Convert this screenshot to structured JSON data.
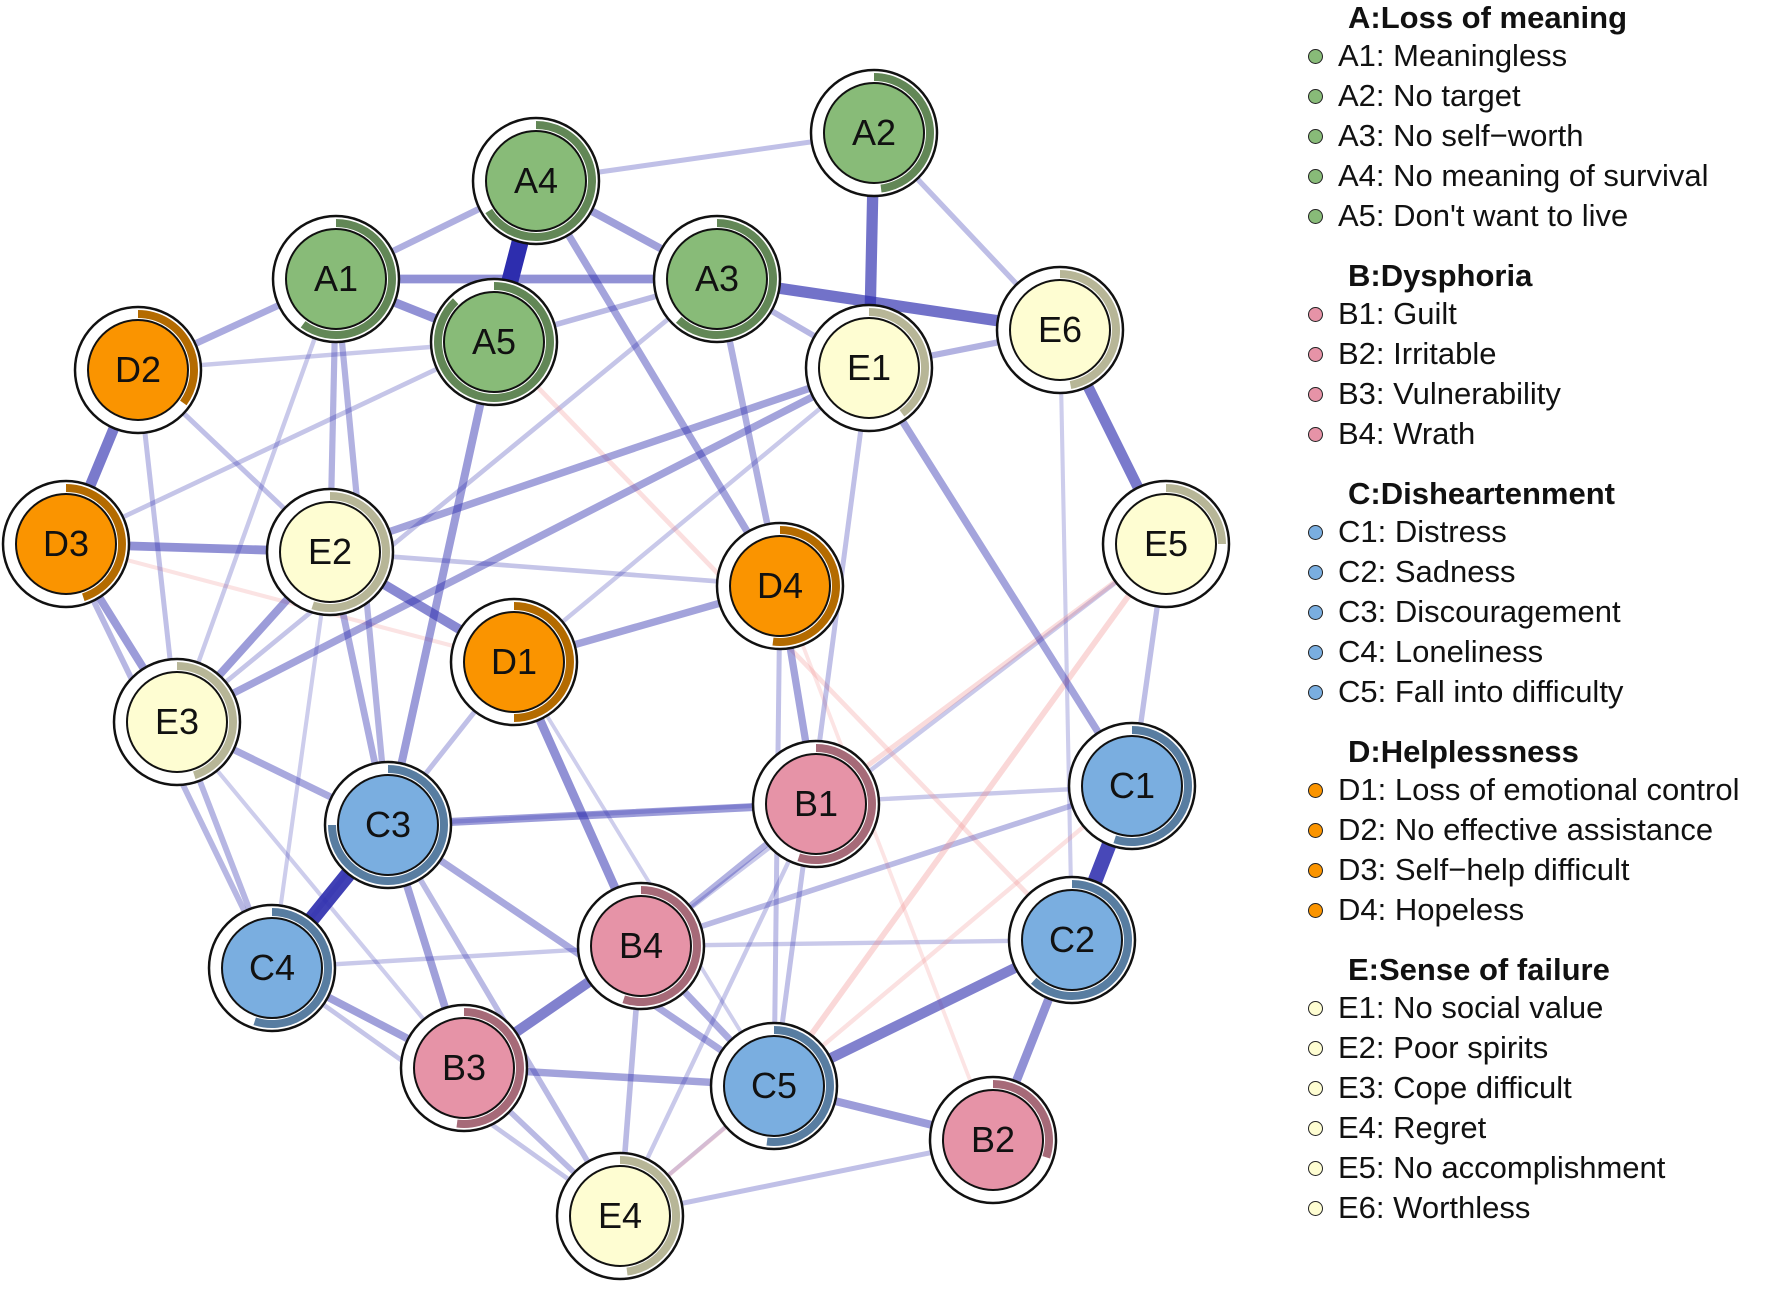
{
  "colors": {
    "A": "#88BB78",
    "B": "#E693A7",
    "C": "#7AAEE0",
    "D": "#FA9400",
    "E": "#FEFDD2",
    "positive_edge": "#2D2DAE",
    "negative_edge": "#F08C8C",
    "node_border": "#111111"
  },
  "groups": [
    {
      "key": "A",
      "title": "A:Loss of meaning",
      "items": [
        {
          "id": "A1",
          "label": "A1: Meaningless"
        },
        {
          "id": "A2",
          "label": "A2: No target"
        },
        {
          "id": "A3",
          "label": "A3: No self−worth"
        },
        {
          "id": "A4",
          "label": "A4: No meaning of survival"
        },
        {
          "id": "A5",
          "label": "A5: Don't want to live"
        }
      ]
    },
    {
      "key": "B",
      "title": "B:Dysphoria",
      "items": [
        {
          "id": "B1",
          "label": "B1: Guilt"
        },
        {
          "id": "B2",
          "label": "B2: Irritable"
        },
        {
          "id": "B3",
          "label": "B3: Vulnerability"
        },
        {
          "id": "B4",
          "label": "B4: Wrath"
        }
      ]
    },
    {
      "key": "C",
      "title": "C:Disheartenment",
      "items": [
        {
          "id": "C1",
          "label": "C1: Distress"
        },
        {
          "id": "C2",
          "label": "C2: Sadness"
        },
        {
          "id": "C3",
          "label": "C3: Discouragement"
        },
        {
          "id": "C4",
          "label": "C4: Loneliness"
        },
        {
          "id": "C5",
          "label": "C5: Fall into difficulty"
        }
      ]
    },
    {
      "key": "D",
      "title": "D:Helplessness",
      "items": [
        {
          "id": "D1",
          "label": "D1: Loss of emotional control"
        },
        {
          "id": "D2",
          "label": "D2: No effective assistance"
        },
        {
          "id": "D3",
          "label": "D3: Self−help difficult"
        },
        {
          "id": "D4",
          "label": "D4: Hopeless"
        }
      ]
    },
    {
      "key": "E",
      "title": "E:Sense of failure",
      "items": [
        {
          "id": "E1",
          "label": "E1: No social value"
        },
        {
          "id": "E2",
          "label": "E2: Poor spirits"
        },
        {
          "id": "E3",
          "label": "E3: Cope difficult"
        },
        {
          "id": "E4",
          "label": "E4: Regret"
        },
        {
          "id": "E5",
          "label": "E5: No accomplishment"
        },
        {
          "id": "E6",
          "label": "E6: Worthless"
        }
      ]
    }
  ],
  "nodes": [
    {
      "id": "A1",
      "group": "A",
      "pie": 0.6
    },
    {
      "id": "A2",
      "group": "A",
      "pie": 0.48
    },
    {
      "id": "A3",
      "group": "A",
      "pie": 0.62
    },
    {
      "id": "A4",
      "group": "A",
      "pie": 0.66
    },
    {
      "id": "A5",
      "group": "A",
      "pie": 0.88
    },
    {
      "id": "B1",
      "group": "B",
      "pie": 0.55
    },
    {
      "id": "B2",
      "group": "B",
      "pie": 0.3
    },
    {
      "id": "B3",
      "group": "B",
      "pie": 0.52
    },
    {
      "id": "B4",
      "group": "B",
      "pie": 0.55
    },
    {
      "id": "C1",
      "group": "C",
      "pie": 0.55
    },
    {
      "id": "C2",
      "group": "C",
      "pie": 0.62
    },
    {
      "id": "C3",
      "group": "C",
      "pie": 0.75
    },
    {
      "id": "C4",
      "group": "C",
      "pie": 0.55
    },
    {
      "id": "C5",
      "group": "C",
      "pie": 0.52
    },
    {
      "id": "D1",
      "group": "D",
      "pie": 0.5
    },
    {
      "id": "D2",
      "group": "D",
      "pie": 0.35
    },
    {
      "id": "D3",
      "group": "D",
      "pie": 0.45
    },
    {
      "id": "D4",
      "group": "D",
      "pie": 0.52
    },
    {
      "id": "E1",
      "group": "E",
      "pie": 0.4
    },
    {
      "id": "E2",
      "group": "E",
      "pie": 0.55
    },
    {
      "id": "E3",
      "group": "E",
      "pie": 0.45
    },
    {
      "id": "E4",
      "group": "E",
      "pie": 0.48
    },
    {
      "id": "E5",
      "group": "E",
      "pie": 0.25
    },
    {
      "id": "E6",
      "group": "E",
      "pie": 0.47
    }
  ],
  "edges": [
    {
      "from": "A4",
      "to": "A5",
      "weight": 1.0,
      "sign": "pos"
    },
    {
      "from": "C3",
      "to": "C4",
      "weight": 0.9,
      "sign": "pos"
    },
    {
      "from": "C1",
      "to": "C2",
      "weight": 0.85,
      "sign": "pos"
    },
    {
      "from": "A2",
      "to": "E1",
      "weight": 0.62,
      "sign": "pos"
    },
    {
      "from": "A3",
      "to": "E6",
      "weight": 0.62,
      "sign": "pos"
    },
    {
      "from": "E6",
      "to": "E5",
      "weight": 0.58,
      "sign": "pos"
    },
    {
      "from": "D2",
      "to": "D3",
      "weight": 0.58,
      "sign": "pos"
    },
    {
      "from": "C5",
      "to": "C2",
      "weight": 0.55,
      "sign": "pos"
    },
    {
      "from": "B4",
      "to": "B3",
      "weight": 0.55,
      "sign": "pos"
    },
    {
      "from": "E2",
      "to": "D1",
      "weight": 0.5,
      "sign": "pos"
    },
    {
      "from": "A1",
      "to": "A5",
      "weight": 0.45,
      "sign": "pos"
    },
    {
      "from": "A1",
      "to": "A3",
      "weight": 0.45,
      "sign": "pos"
    },
    {
      "from": "D3",
      "to": "E2",
      "weight": 0.45,
      "sign": "pos"
    },
    {
      "from": "D1",
      "to": "B4",
      "weight": 0.45,
      "sign": "pos"
    },
    {
      "from": "B2",
      "to": "C2",
      "weight": 0.45,
      "sign": "pos"
    },
    {
      "from": "A5",
      "to": "C3",
      "weight": 0.4,
      "sign": "pos"
    },
    {
      "from": "E2",
      "to": "E3",
      "weight": 0.4,
      "sign": "pos"
    },
    {
      "from": "D3",
      "to": "E3",
      "weight": 0.4,
      "sign": "pos"
    },
    {
      "from": "C3",
      "to": "B1",
      "weight": 0.4,
      "sign": "pos"
    },
    {
      "from": "C5",
      "to": "B2",
      "weight": 0.4,
      "sign": "pos"
    },
    {
      "from": "C3",
      "to": "B3",
      "weight": 0.38,
      "sign": "pos"
    },
    {
      "from": "C4",
      "to": "B3",
      "weight": 0.38,
      "sign": "pos"
    },
    {
      "from": "A4",
      "to": "A3",
      "weight": 0.38,
      "sign": "pos"
    },
    {
      "from": "B3",
      "to": "C5",
      "weight": 0.36,
      "sign": "pos"
    },
    {
      "from": "D1",
      "to": "D4",
      "weight": 0.36,
      "sign": "pos"
    },
    {
      "from": "E3",
      "to": "E1",
      "weight": 0.36,
      "sign": "pos"
    },
    {
      "from": "E2",
      "to": "E1",
      "weight": 0.36,
      "sign": "pos"
    },
    {
      "from": "A4",
      "to": "D4",
      "weight": 0.35,
      "sign": "pos"
    },
    {
      "from": "E1",
      "to": "C1",
      "weight": 0.35,
      "sign": "pos"
    },
    {
      "from": "D4",
      "to": "B1",
      "weight": 0.35,
      "sign": "pos"
    },
    {
      "from": "E3",
      "to": "C3",
      "weight": 0.33,
      "sign": "pos"
    },
    {
      "from": "C3",
      "to": "C5",
      "weight": 0.33,
      "sign": "pos"
    },
    {
      "from": "B4",
      "to": "C5",
      "weight": 0.32,
      "sign": "pos"
    },
    {
      "from": "E2",
      "to": "C3",
      "weight": 0.32,
      "sign": "pos"
    },
    {
      "from": "A1",
      "to": "D2",
      "weight": 0.32,
      "sign": "pos"
    },
    {
      "from": "A1",
      "to": "A4",
      "weight": 0.3,
      "sign": "pos"
    },
    {
      "from": "A3",
      "to": "D4",
      "weight": 0.3,
      "sign": "pos"
    },
    {
      "from": "E6",
      "to": "E1",
      "weight": 0.28,
      "sign": "pos"
    },
    {
      "from": "A1",
      "to": "C3",
      "weight": 0.28,
      "sign": "pos"
    },
    {
      "from": "A1",
      "to": "E2",
      "weight": 0.28,
      "sign": "pos"
    },
    {
      "from": "B1",
      "to": "B4",
      "weight": 0.28,
      "sign": "pos"
    },
    {
      "from": "C4",
      "to": "E3",
      "weight": 0.26,
      "sign": "pos"
    },
    {
      "from": "D3",
      "to": "C4",
      "weight": 0.25,
      "sign": "pos"
    },
    {
      "from": "A3",
      "to": "E1",
      "weight": 0.25,
      "sign": "pos"
    },
    {
      "from": "A5",
      "to": "A3",
      "weight": 0.24,
      "sign": "pos"
    },
    {
      "from": "B4",
      "to": "C1",
      "weight": 0.24,
      "sign": "pos"
    },
    {
      "from": "E4",
      "to": "C3",
      "weight": 0.24,
      "sign": "pos"
    },
    {
      "from": "E4",
      "to": "B3",
      "weight": 0.24,
      "sign": "pos"
    },
    {
      "from": "B4",
      "to": "E4",
      "weight": 0.24,
      "sign": "pos"
    },
    {
      "from": "E5",
      "to": "C1",
      "weight": 0.22,
      "sign": "pos"
    },
    {
      "from": "A2",
      "to": "E6",
      "weight": 0.22,
      "sign": "pos"
    },
    {
      "from": "A4",
      "to": "A2",
      "weight": 0.2,
      "sign": "pos"
    },
    {
      "from": "D1",
      "to": "C4",
      "weight": 0.2,
      "sign": "pos"
    },
    {
      "from": "D2",
      "to": "E3",
      "weight": 0.2,
      "sign": "pos"
    },
    {
      "from": "D2",
      "to": "E2",
      "weight": 0.2,
      "sign": "pos"
    },
    {
      "from": "E1",
      "to": "C5",
      "weight": 0.2,
      "sign": "pos"
    },
    {
      "from": "E4",
      "to": "B2",
      "weight": 0.2,
      "sign": "pos"
    },
    {
      "from": "D4",
      "to": "C5",
      "weight": 0.2,
      "sign": "pos"
    },
    {
      "from": "C4",
      "to": "E4",
      "weight": 0.18,
      "sign": "pos"
    },
    {
      "from": "D3",
      "to": "A5",
      "weight": 0.18,
      "sign": "pos"
    },
    {
      "from": "E3",
      "to": "A3",
      "weight": 0.18,
      "sign": "pos"
    },
    {
      "from": "E2",
      "to": "D4",
      "weight": 0.18,
      "sign": "pos"
    },
    {
      "from": "C1",
      "to": "C3",
      "weight": 0.16,
      "sign": "pos"
    },
    {
      "from": "B1",
      "to": "E4",
      "weight": 0.16,
      "sign": "pos"
    },
    {
      "from": "E5",
      "to": "B4",
      "weight": 0.16,
      "sign": "pos"
    },
    {
      "from": "A1",
      "to": "E3",
      "weight": 0.16,
      "sign": "pos"
    },
    {
      "from": "D2",
      "to": "A5",
      "weight": 0.16,
      "sign": "pos"
    },
    {
      "from": "E1",
      "to": "D1",
      "weight": 0.16,
      "sign": "pos"
    },
    {
      "from": "C4",
      "to": "B4",
      "weight": 0.16,
      "sign": "pos"
    },
    {
      "from": "C2",
      "to": "B4",
      "weight": 0.16,
      "sign": "pos"
    },
    {
      "from": "E6",
      "to": "C2",
      "weight": 0.14,
      "sign": "pos"
    },
    {
      "from": "E2",
      "to": "C4",
      "weight": 0.14,
      "sign": "pos"
    },
    {
      "from": "E3",
      "to": "B3",
      "weight": 0.14,
      "sign": "pos"
    },
    {
      "from": "C5",
      "to": "E4",
      "weight": 0.14,
      "sign": "pos"
    },
    {
      "from": "D1",
      "to": "C5",
      "weight": 0.12,
      "sign": "pos"
    },
    {
      "from": "E5",
      "to": "C5",
      "weight": 0.25,
      "sign": "neg"
    },
    {
      "from": "E5",
      "to": "B1",
      "weight": 0.2,
      "sign": "neg"
    },
    {
      "from": "A5",
      "to": "C2",
      "weight": 0.18,
      "sign": "neg"
    },
    {
      "from": "C1",
      "to": "E4",
      "weight": 0.16,
      "sign": "neg"
    },
    {
      "from": "D3",
      "to": "D1",
      "weight": 0.14,
      "sign": "neg"
    },
    {
      "from": "D4",
      "to": "B2",
      "weight": 0.12,
      "sign": "neg"
    }
  ]
}
